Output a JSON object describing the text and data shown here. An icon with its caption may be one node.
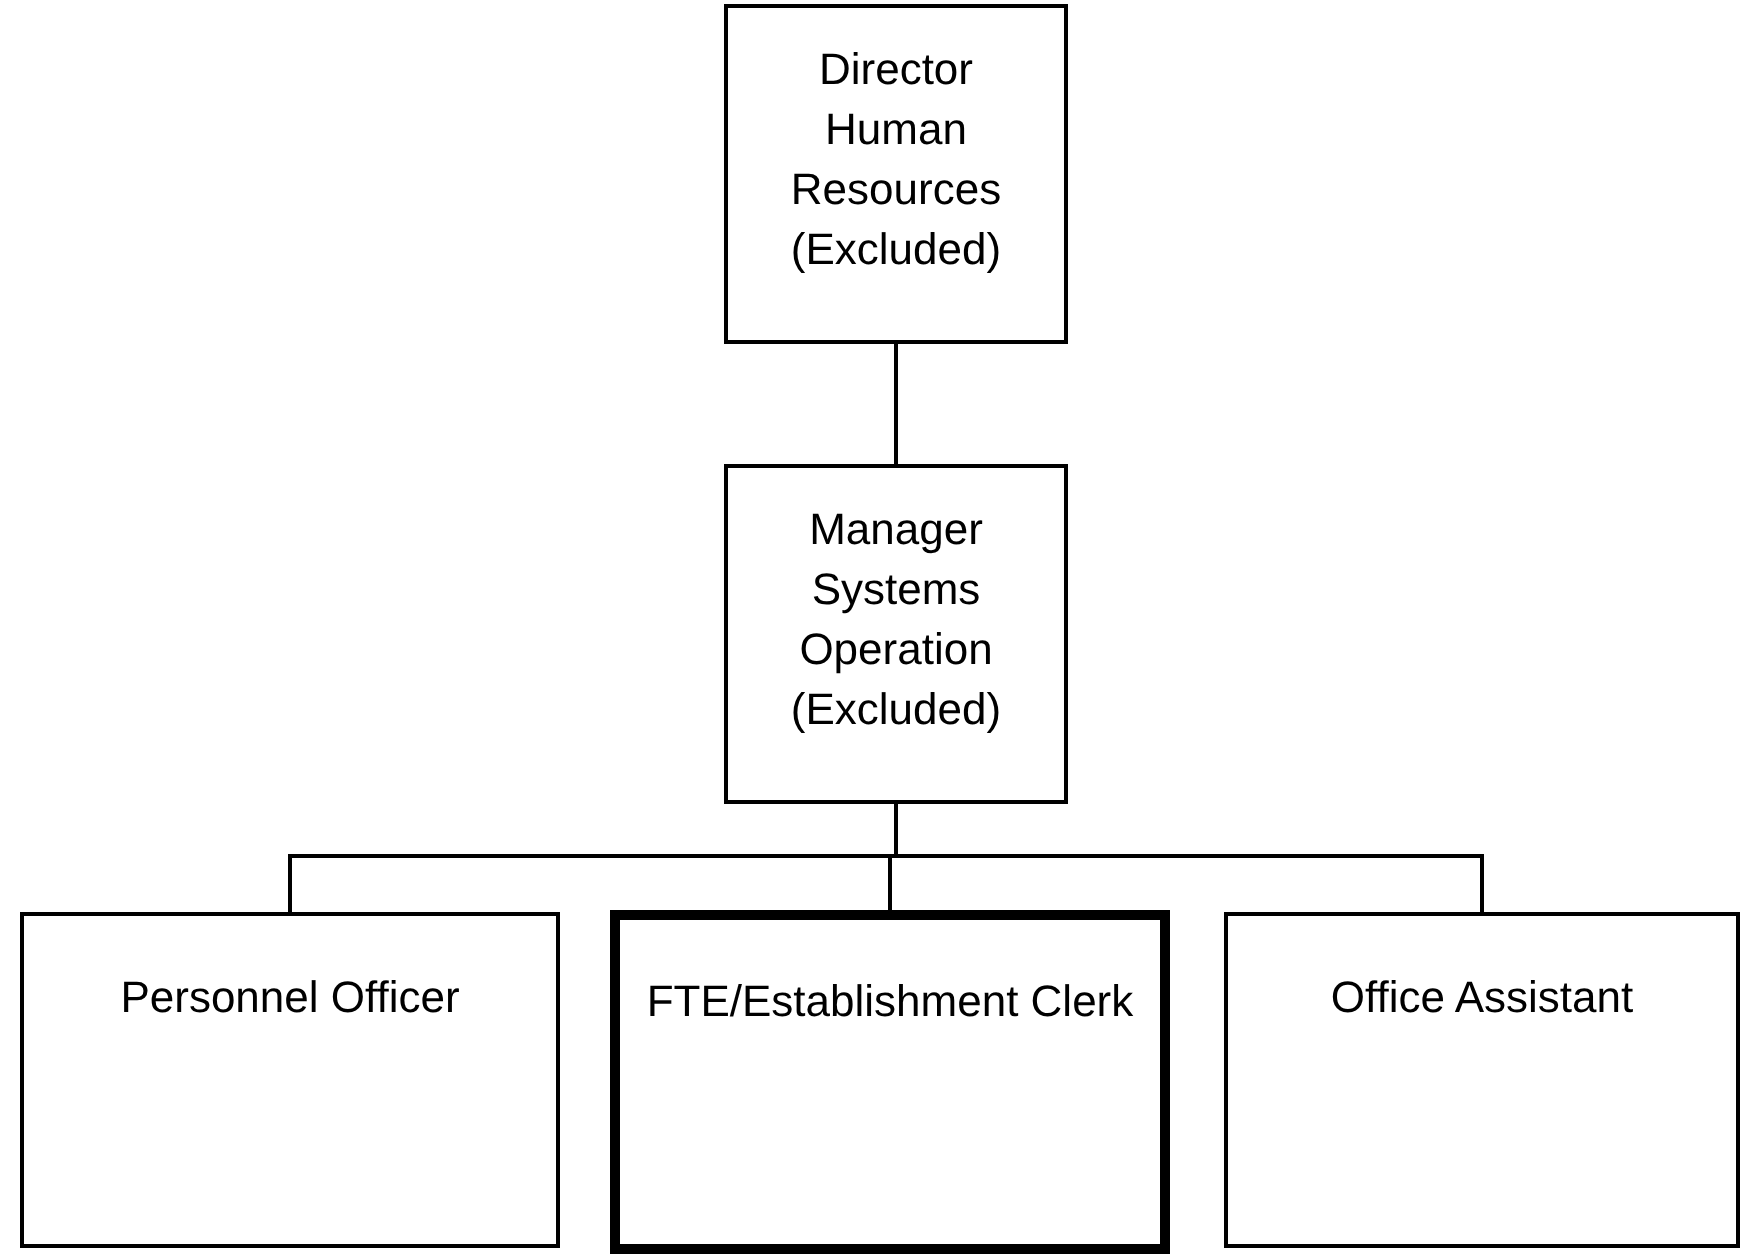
{
  "diagram": {
    "nodes": [
      {
        "text": [
          "Director Human Resources (Excluded)"
        ]
      },
      {
        "text": [
          "Manager Systems Operation (Excluded)"
        ]
      },
      {
        "text": [
          "Personnel Officer"
        ]
      },
      {
        "text": [
          "FTE/Establishment Clerk"
        ]
      },
      {
        "text": [
          "Office Assistant"
        ]
      }
    ],
    "edges": [
      {
        "from": 0,
        "to": 1,
        "arrow": "none"
      },
      {
        "from": 1,
        "to": 2,
        "arrow": "none"
      },
      {
        "from": 1,
        "to": 3,
        "arrow": "none"
      },
      {
        "from": 1,
        "to": 4,
        "arrow": "none"
      }
    ]
  }
}
